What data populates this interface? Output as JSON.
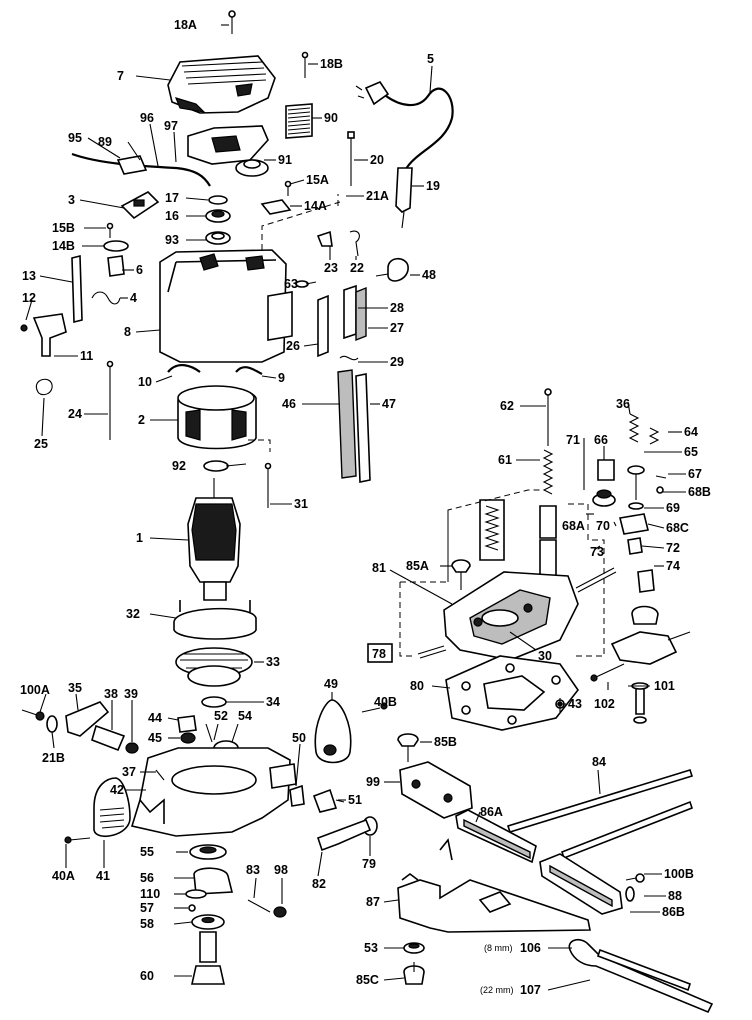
{
  "parts": [
    {
      "id": "p18A",
      "label": "18A"
    },
    {
      "id": "p7",
      "label": "7"
    },
    {
      "id": "p18B",
      "label": "18B"
    },
    {
      "id": "p5",
      "label": "5"
    },
    {
      "id": "p95",
      "label": "95"
    },
    {
      "id": "p89",
      "label": "89"
    },
    {
      "id": "p96",
      "label": "96"
    },
    {
      "id": "p97",
      "label": "97"
    },
    {
      "id": "p90",
      "label": "90"
    },
    {
      "id": "p91",
      "label": "91"
    },
    {
      "id": "p20",
      "label": "20"
    },
    {
      "id": "p3",
      "label": "3"
    },
    {
      "id": "p17",
      "label": "17"
    },
    {
      "id": "p15A",
      "label": "15A"
    },
    {
      "id": "p14A",
      "label": "14A"
    },
    {
      "id": "p21A",
      "label": "21A"
    },
    {
      "id": "p19",
      "label": "19"
    },
    {
      "id": "p15B",
      "label": "15B"
    },
    {
      "id": "p16",
      "label": "16"
    },
    {
      "id": "p14B",
      "label": "14B"
    },
    {
      "id": "p93",
      "label": "93"
    },
    {
      "id": "p23",
      "label": "23"
    },
    {
      "id": "p22",
      "label": "22"
    },
    {
      "id": "p48",
      "label": "48"
    },
    {
      "id": "p13",
      "label": "13"
    },
    {
      "id": "p6",
      "label": "6"
    },
    {
      "id": "p63",
      "label": "63"
    },
    {
      "id": "p12",
      "label": "12"
    },
    {
      "id": "p4",
      "label": "4"
    },
    {
      "id": "p28",
      "label": "28"
    },
    {
      "id": "p27",
      "label": "27"
    },
    {
      "id": "p8",
      "label": "8"
    },
    {
      "id": "p26",
      "label": "26"
    },
    {
      "id": "p11",
      "label": "11"
    },
    {
      "id": "p29",
      "label": "29"
    },
    {
      "id": "p10",
      "label": "10"
    },
    {
      "id": "p9",
      "label": "9"
    },
    {
      "id": "p24",
      "label": "24"
    },
    {
      "id": "p2",
      "label": "2"
    },
    {
      "id": "p46",
      "label": "46"
    },
    {
      "id": "p47",
      "label": "47"
    },
    {
      "id": "p25",
      "label": "25"
    },
    {
      "id": "p62",
      "label": "62"
    },
    {
      "id": "p36",
      "label": "36"
    },
    {
      "id": "p64",
      "label": "64"
    },
    {
      "id": "p71",
      "label": "71"
    },
    {
      "id": "p66",
      "label": "66"
    },
    {
      "id": "p65",
      "label": "65"
    },
    {
      "id": "p61",
      "label": "61"
    },
    {
      "id": "p92",
      "label": "92"
    },
    {
      "id": "p67",
      "label": "67"
    },
    {
      "id": "p68B",
      "label": "68B"
    },
    {
      "id": "p31",
      "label": "31"
    },
    {
      "id": "p69",
      "label": "69"
    },
    {
      "id": "p68A",
      "label": "68A"
    },
    {
      "id": "p70",
      "label": "70"
    },
    {
      "id": "p68C",
      "label": "68C"
    },
    {
      "id": "p1",
      "label": "1"
    },
    {
      "id": "p73",
      "label": "73"
    },
    {
      "id": "p72",
      "label": "72"
    },
    {
      "id": "p85A",
      "label": "85A"
    },
    {
      "id": "p81",
      "label": "81"
    },
    {
      "id": "p74",
      "label": "74"
    },
    {
      "id": "p32",
      "label": "32"
    },
    {
      "id": "p78",
      "label": "78"
    },
    {
      "id": "p30",
      "label": "30"
    },
    {
      "id": "p33",
      "label": "33"
    },
    {
      "id": "p49",
      "label": "49"
    },
    {
      "id": "p80",
      "label": "80"
    },
    {
      "id": "p101",
      "label": "101"
    },
    {
      "id": "p100A",
      "label": "100A"
    },
    {
      "id": "p35",
      "label": "35"
    },
    {
      "id": "p38",
      "label": "38"
    },
    {
      "id": "p39",
      "label": "39"
    },
    {
      "id": "p34",
      "label": "34"
    },
    {
      "id": "p40B",
      "label": "40B"
    },
    {
      "id": "p102",
      "label": "102"
    },
    {
      "id": "p43",
      "label": "43"
    },
    {
      "id": "p44",
      "label": "44"
    },
    {
      "id": "p52",
      "label": "52"
    },
    {
      "id": "p54",
      "label": "54"
    },
    {
      "id": "p21B",
      "label": "21B"
    },
    {
      "id": "p45",
      "label": "45"
    },
    {
      "id": "p50",
      "label": "50"
    },
    {
      "id": "p85B",
      "label": "85B"
    },
    {
      "id": "p84",
      "label": "84"
    },
    {
      "id": "p37",
      "label": "37"
    },
    {
      "id": "p99",
      "label": "99"
    },
    {
      "id": "p42",
      "label": "42"
    },
    {
      "id": "p51",
      "label": "51"
    },
    {
      "id": "p86A",
      "label": "86A"
    },
    {
      "id": "p55",
      "label": "55"
    },
    {
      "id": "p79",
      "label": "79"
    },
    {
      "id": "p40A",
      "label": "40A"
    },
    {
      "id": "p41",
      "label": "41"
    },
    {
      "id": "p56",
      "label": "56"
    },
    {
      "id": "p82",
      "label": "82"
    },
    {
      "id": "p100B",
      "label": "100B"
    },
    {
      "id": "p110",
      "label": "110"
    },
    {
      "id": "p83",
      "label": "83"
    },
    {
      "id": "p98",
      "label": "98"
    },
    {
      "id": "p57",
      "label": "57"
    },
    {
      "id": "p87",
      "label": "87"
    },
    {
      "id": "p88",
      "label": "88"
    },
    {
      "id": "p58",
      "label": "58"
    },
    {
      "id": "p86B",
      "label": "86B"
    },
    {
      "id": "p53",
      "label": "53"
    },
    {
      "id": "p106",
      "label": "106"
    },
    {
      "id": "p60",
      "label": "60"
    },
    {
      "id": "p85C",
      "label": "85C"
    },
    {
      "id": "p107",
      "label": "107"
    }
  ],
  "notes": {
    "mm8": "(8 mm)",
    "mm22": "(22 mm)"
  }
}
